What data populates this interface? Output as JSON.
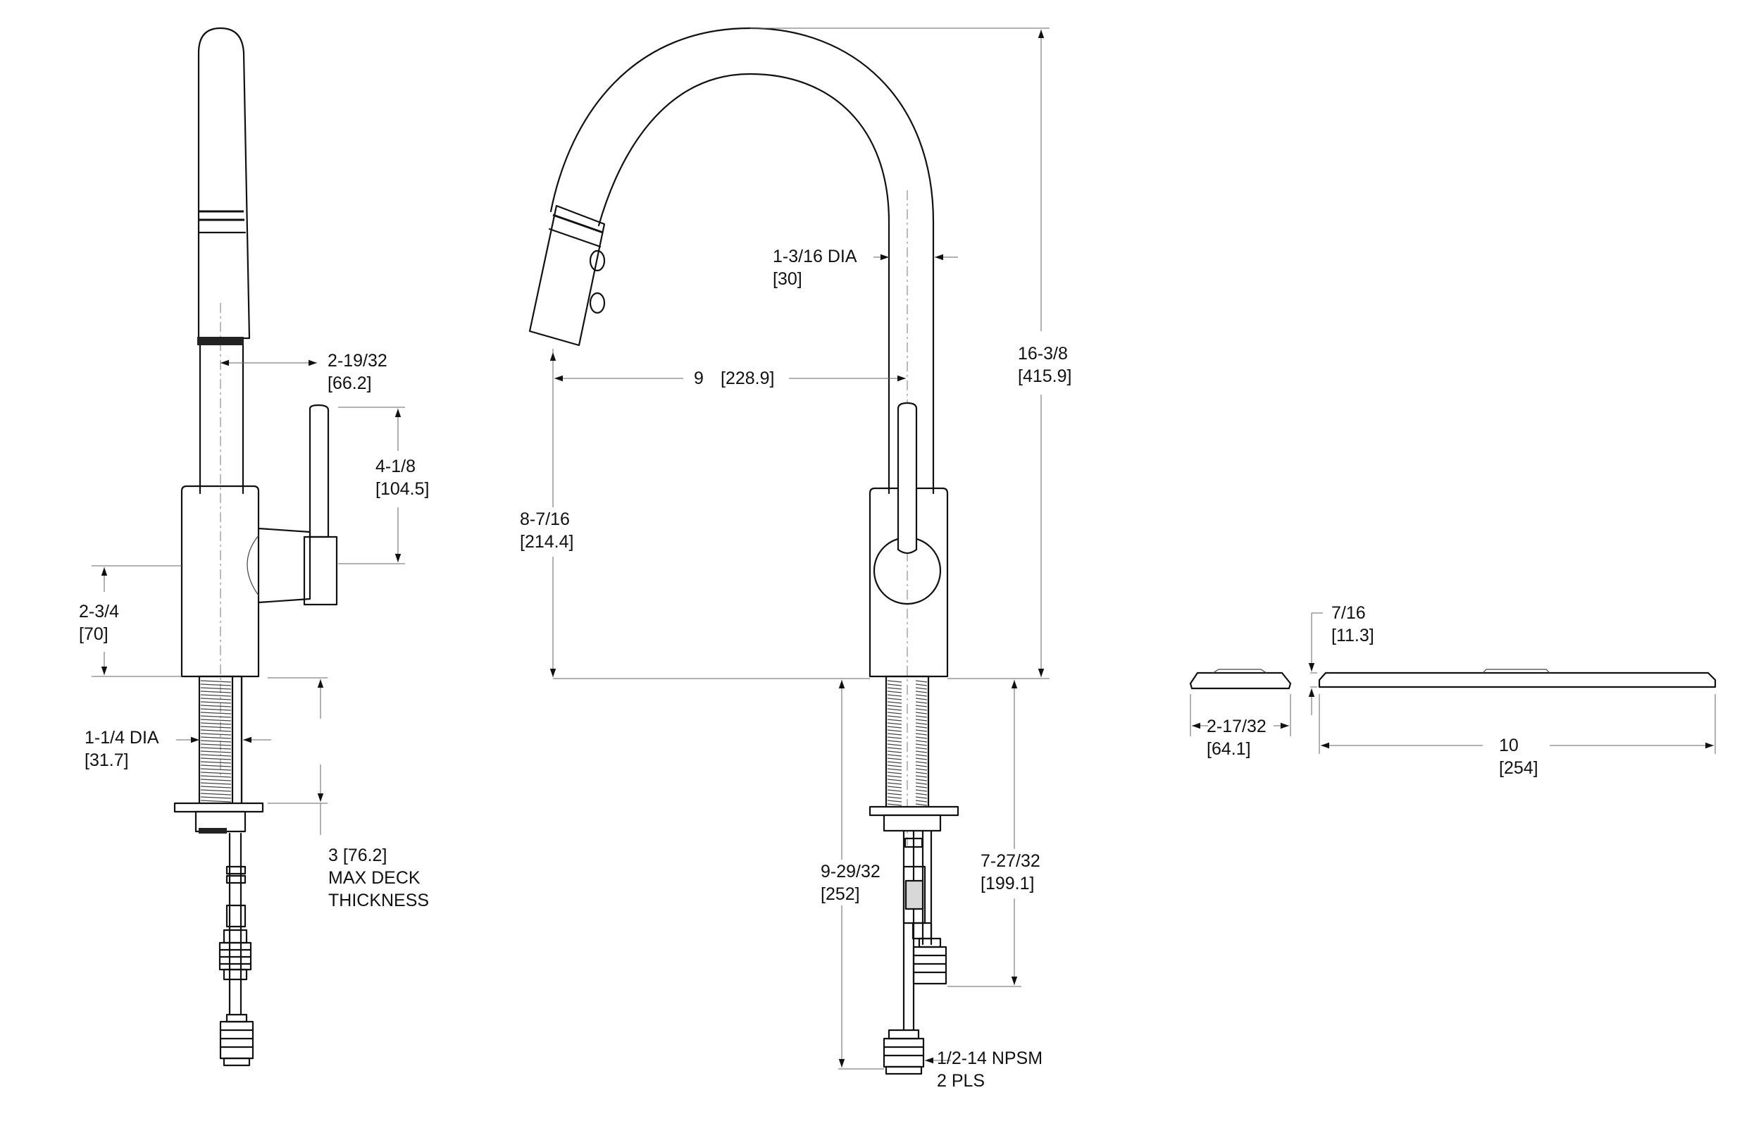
{
  "colors": {
    "line": "#111111",
    "background": "#ffffff"
  },
  "side_view": {
    "spray_offset": {
      "imperial": "2-19/32",
      "metric": "[66.2]"
    },
    "handle_height": {
      "imperial": "4-1/8",
      "metric": "[104.5]"
    },
    "body_height": {
      "imperial": "2-3/4",
      "metric": "[70]"
    },
    "shank_dia": {
      "imperial": "1-1/4 DIA",
      "metric": "[31.7]"
    },
    "deck_thickness": {
      "line1": "3 [76.2]",
      "line2": "MAX DECK",
      "line3": "THICKNESS"
    }
  },
  "front_view": {
    "spout_dia": {
      "imperial": "1-3/16 DIA",
      "metric": "[30]"
    },
    "reach": {
      "imperial": "9",
      "metric": "[228.9]"
    },
    "overall_height": {
      "imperial": "16-3/8",
      "metric": "[415.9]"
    },
    "spout_clearance": {
      "imperial": "8-7/16",
      "metric": "[214.4]"
    },
    "hose_length": {
      "imperial": "9-29/32",
      "metric": "[252]"
    },
    "supply_length": {
      "imperial": "7-27/32",
      "metric": "[199.1]"
    },
    "connection": {
      "line1": "1/2-14 NPSM",
      "line2": "2 PLS"
    }
  },
  "escutcheon": {
    "base_dia": {
      "imperial": "2-17/32",
      "metric": "[64.1]"
    },
    "deckplate_height": {
      "imperial": "7/16",
      "metric": "[11.3]"
    },
    "deckplate_length": {
      "imperial": "10",
      "metric": "[254]"
    }
  }
}
